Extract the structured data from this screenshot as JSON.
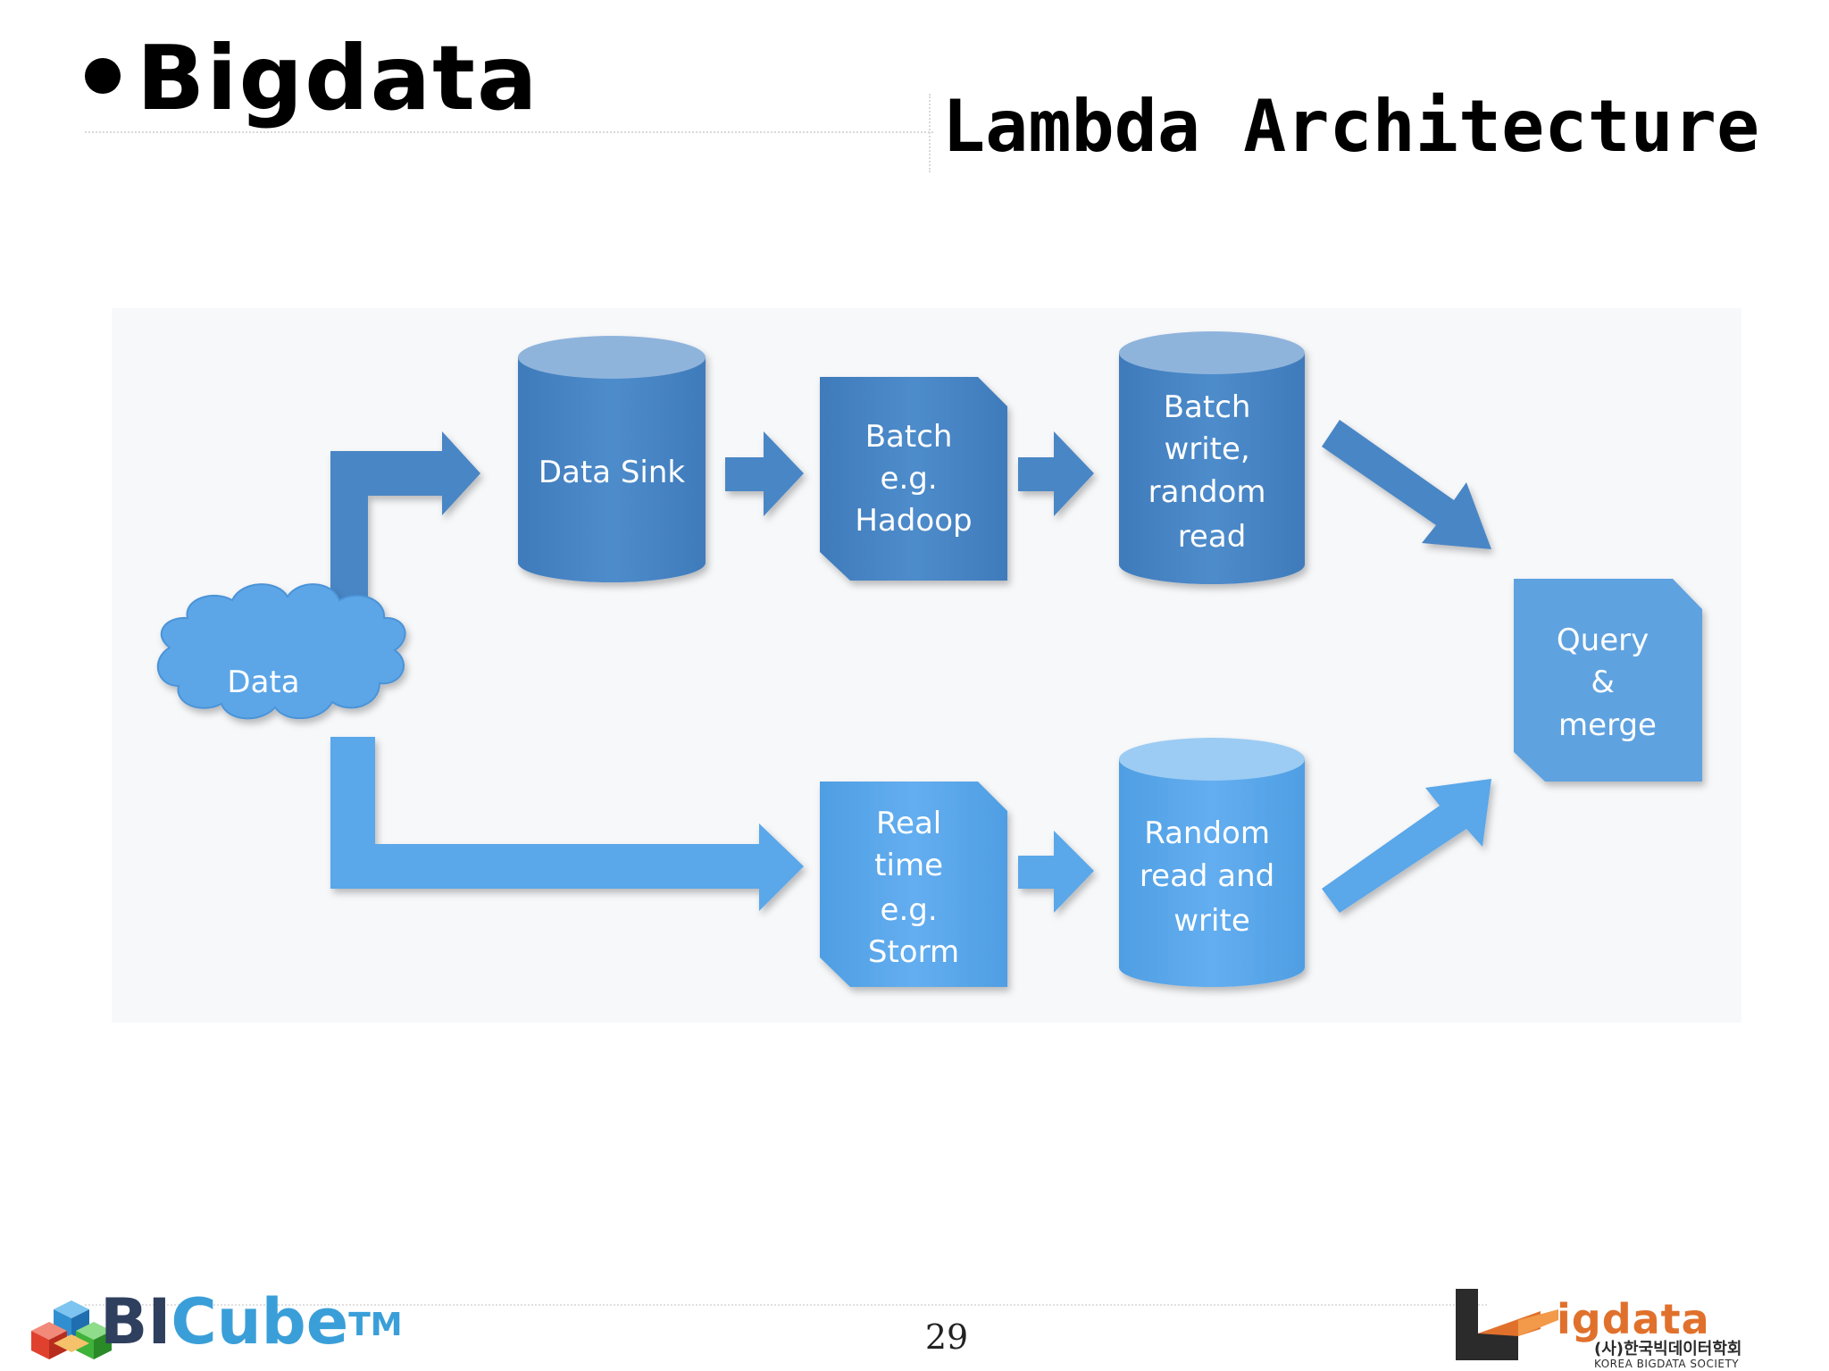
{
  "slide": {
    "title": "Bigdata",
    "subtitle": "Lambda Architecture",
    "page_number": "29"
  },
  "diagram": {
    "source": "Data",
    "batch_layer": {
      "sink": "Data Sink",
      "process": [
        "Batch",
        "e.g.",
        "Hadoop"
      ],
      "store": [
        "Batch",
        "write,",
        "random",
        "read"
      ]
    },
    "speed_layer": {
      "process": [
        "Real",
        "time",
        "e.g.",
        "Storm"
      ],
      "store": [
        "Random",
        "read and",
        "write"
      ]
    },
    "output": [
      "Query",
      "&",
      "merge"
    ]
  },
  "logos": {
    "left": {
      "bi": "BI",
      "cube": "Cube",
      "tm": "TM"
    },
    "right": {
      "name": "bigdata",
      "org_ko": "(사)한국빅데이터학회",
      "org_en": "KOREA BIGDATA SOCIETY"
    }
  },
  "colors": {
    "batch_blue": "#4a86c5",
    "speed_blue": "#5aa7ea",
    "arrow_batch": "#4a86c5",
    "arrow_speed": "#5aa7ea",
    "cloud": "#5ba6e8",
    "output_blue": "#5ea2e0"
  }
}
